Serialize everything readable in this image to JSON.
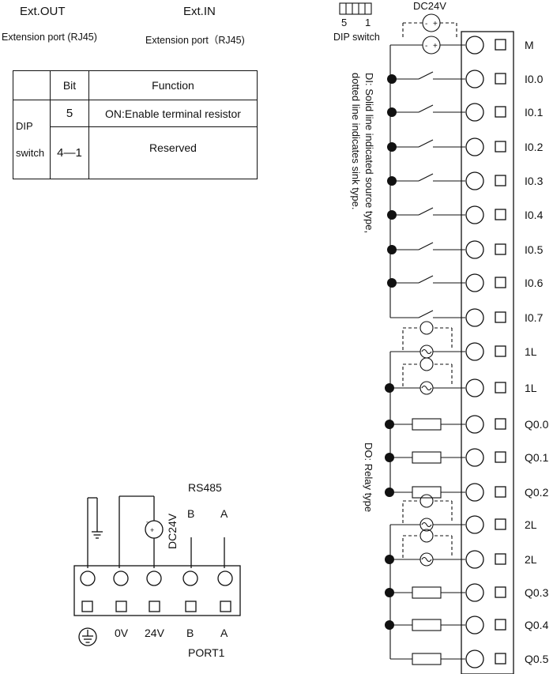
{
  "left_header": {
    "ext_out": "Ext.OUT",
    "ext_in": "Ext.IN",
    "ext_out_desc": "Extension port (RJ45)",
    "ext_in_desc": "Extension port（RJ45)"
  },
  "dip_table": {
    "col_bit": "Bit",
    "col_function": "Function",
    "group_label_1": "DIP",
    "group_label_2": "switch",
    "rows": [
      {
        "bit": "5",
        "function": "ON:Enable terminal resistor"
      },
      {
        "bit": "4—1",
        "function": "Reserved"
      }
    ]
  },
  "port1": {
    "rs485": "RS485",
    "b_top": "B",
    "a_top": "A",
    "dc_label": "DC24V",
    "labels": [
      "0V",
      "24V",
      "B",
      "A"
    ],
    "port_name": "PORT1"
  },
  "right": {
    "dip_num_left": "5",
    "dip_num_right": "1",
    "dip_caption": "DIP switch",
    "dc_label": "DC24V",
    "di_note_1": "DI: Solid line indicated source type,",
    "di_note_2": "dotted line indicates sink type.",
    "do_note": "DO: Relay type",
    "terminals": [
      "M",
      "I0.0",
      "I0.1",
      "I0.2",
      "I0.3",
      "I0.4",
      "I0.5",
      "I0.6",
      "I0.7",
      "1L",
      "1L",
      "Q0.0",
      "Q0.1",
      "Q0.2",
      "2L",
      "2L",
      "Q0.3",
      "Q0.4",
      "Q0.5"
    ]
  }
}
